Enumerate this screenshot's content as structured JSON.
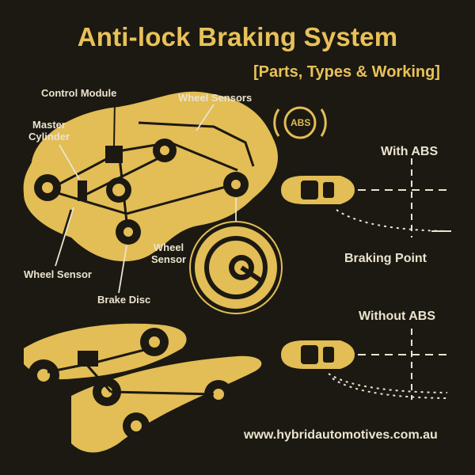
{
  "header": {
    "title": "Anti-lock Braking System",
    "subtitle": "[Parts, Types & Working]"
  },
  "labels": {
    "control_module": "Control Module",
    "wheel_sensors": "Wheel Sensors",
    "master_cylinder_1": "Master",
    "master_cylinder_2": "Cylinder",
    "wheel_sensor": "Wheel Sensor",
    "brake_disc": "Brake Disc",
    "zoom_wheel": "Wheel",
    "zoom_sensor": "Sensor"
  },
  "abs_icon": {
    "text": "ABS"
  },
  "comparison": {
    "with_abs": "With ABS",
    "braking_point": "Braking Point",
    "without_abs": "Without ABS"
  },
  "footer": {
    "url": "www.hybridautomotives.com.au"
  },
  "colors": {
    "background": "#1b1911",
    "accent": "#e3bd55",
    "text": "#eae3cf"
  }
}
